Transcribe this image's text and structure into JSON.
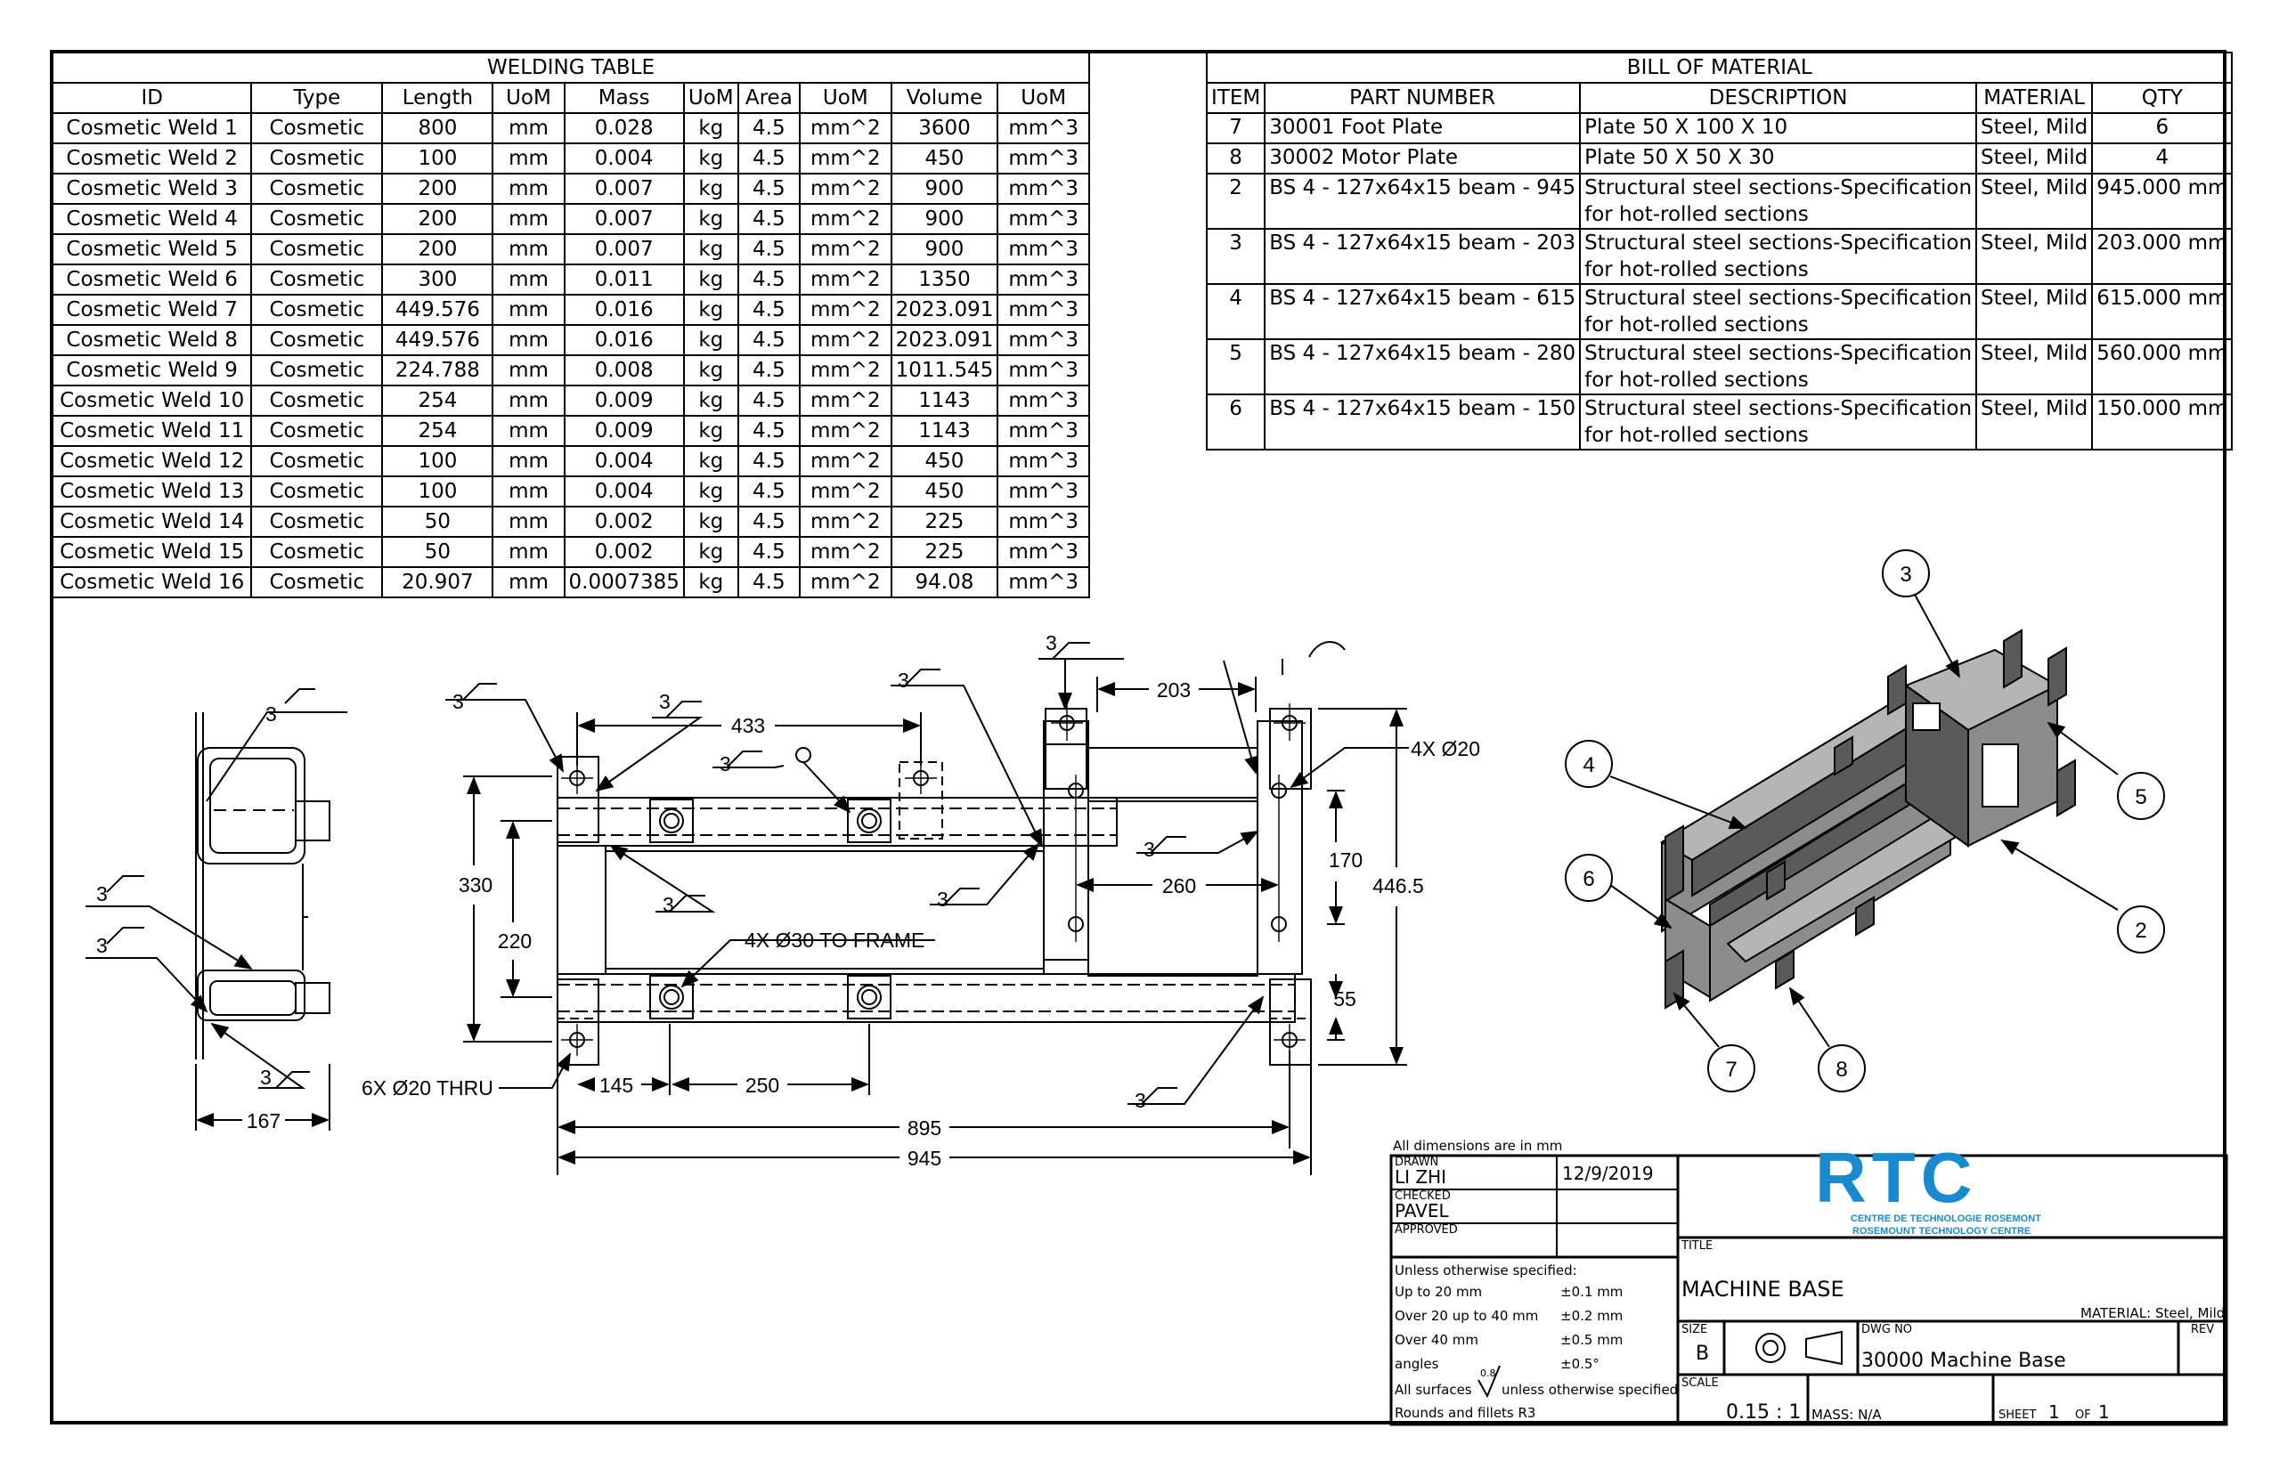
{
  "welding_table": {
    "title": "WELDING TABLE",
    "headers": [
      "ID",
      "Type",
      "Length",
      "UoM",
      "Mass",
      "UoM",
      "Area",
      "UoM",
      "Volume",
      "UoM"
    ],
    "rows": [
      [
        "Cosmetic Weld 1",
        "Cosmetic",
        "800",
        "mm",
        "0.028",
        "kg",
        "4.5",
        "mm^2",
        "3600",
        "mm^3"
      ],
      [
        "Cosmetic Weld 2",
        "Cosmetic",
        "100",
        "mm",
        "0.004",
        "kg",
        "4.5",
        "mm^2",
        "450",
        "mm^3"
      ],
      [
        "Cosmetic Weld 3",
        "Cosmetic",
        "200",
        "mm",
        "0.007",
        "kg",
        "4.5",
        "mm^2",
        "900",
        "mm^3"
      ],
      [
        "Cosmetic Weld 4",
        "Cosmetic",
        "200",
        "mm",
        "0.007",
        "kg",
        "4.5",
        "mm^2",
        "900",
        "mm^3"
      ],
      [
        "Cosmetic Weld 5",
        "Cosmetic",
        "200",
        "mm",
        "0.007",
        "kg",
        "4.5",
        "mm^2",
        "900",
        "mm^3"
      ],
      [
        "Cosmetic Weld 6",
        "Cosmetic",
        "300",
        "mm",
        "0.011",
        "kg",
        "4.5",
        "mm^2",
        "1350",
        "mm^3"
      ],
      [
        "Cosmetic Weld 7",
        "Cosmetic",
        "449.576",
        "mm",
        "0.016",
        "kg",
        "4.5",
        "mm^2",
        "2023.091",
        "mm^3"
      ],
      [
        "Cosmetic Weld 8",
        "Cosmetic",
        "449.576",
        "mm",
        "0.016",
        "kg",
        "4.5",
        "mm^2",
        "2023.091",
        "mm^3"
      ],
      [
        "Cosmetic Weld 9",
        "Cosmetic",
        "224.788",
        "mm",
        "0.008",
        "kg",
        "4.5",
        "mm^2",
        "1011.545",
        "mm^3"
      ],
      [
        "Cosmetic Weld 10",
        "Cosmetic",
        "254",
        "mm",
        "0.009",
        "kg",
        "4.5",
        "mm^2",
        "1143",
        "mm^3"
      ],
      [
        "Cosmetic Weld 11",
        "Cosmetic",
        "254",
        "mm",
        "0.009",
        "kg",
        "4.5",
        "mm^2",
        "1143",
        "mm^3"
      ],
      [
        "Cosmetic Weld 12",
        "Cosmetic",
        "100",
        "mm",
        "0.004",
        "kg",
        "4.5",
        "mm^2",
        "450",
        "mm^3"
      ],
      [
        "Cosmetic Weld 13",
        "Cosmetic",
        "100",
        "mm",
        "0.004",
        "kg",
        "4.5",
        "mm^2",
        "450",
        "mm^3"
      ],
      [
        "Cosmetic Weld 14",
        "Cosmetic",
        "50",
        "mm",
        "0.002",
        "kg",
        "4.5",
        "mm^2",
        "225",
        "mm^3"
      ],
      [
        "Cosmetic Weld 15",
        "Cosmetic",
        "50",
        "mm",
        "0.002",
        "kg",
        "4.5",
        "mm^2",
        "225",
        "mm^3"
      ],
      [
        "Cosmetic Weld 16",
        "Cosmetic",
        "20.907",
        "mm",
        "0.0007385",
        "kg",
        "4.5",
        "mm^2",
        "94.08",
        "mm^3"
      ]
    ]
  },
  "bill_of_material": {
    "title": "BILL OF MATERIAL",
    "headers": [
      "ITEM",
      "PART NUMBER",
      "DESCRIPTION",
      "MATERIAL",
      "QTY"
    ],
    "rows": [
      {
        "item": "7",
        "part": "30001 Foot Plate",
        "desc1": "Plate 50 X 100 X 10",
        "desc2": "",
        "material": "Steel, Mild",
        "qty": "6"
      },
      {
        "item": "8",
        "part": "30002 Motor Plate",
        "desc1": "Plate 50 X 50 X 30",
        "desc2": "",
        "material": "Steel, Mild",
        "qty": "4"
      },
      {
        "item": "2",
        "part": "BS 4 - 127x64x15 beam - 945",
        "desc1": "Structural steel sections-Specification",
        "desc2": "for hot-rolled sections",
        "material": "Steel, Mild",
        "qty": "945.000 mm"
      },
      {
        "item": "3",
        "part": "BS 4 - 127x64x15 beam - 203",
        "desc1": "Structural steel sections-Specification",
        "desc2": "for hot-rolled sections",
        "material": "Steel, Mild",
        "qty": "203.000 mm"
      },
      {
        "item": "4",
        "part": "BS 4 - 127x64x15 beam - 615",
        "desc1": "Structural steel sections-Specification",
        "desc2": "for hot-rolled sections",
        "material": "Steel, Mild",
        "qty": "615.000 mm"
      },
      {
        "item": "5",
        "part": "BS 4 - 127x64x15 beam - 280",
        "desc1": "Structural steel sections-Specification",
        "desc2": "for hot-rolled sections",
        "material": "Steel, Mild",
        "qty": "560.000 mm"
      },
      {
        "item": "6",
        "part": "BS 4 - 127x64x15 beam - 150",
        "desc1": "Structural steel sections-Specification",
        "desc2": "for hot-rolled sections",
        "material": "Steel, Mild",
        "qty": "150.000 mm"
      }
    ]
  },
  "dimensions": {
    "d_433": "433",
    "d_203": "203",
    "d_4x20": "4X Ø20",
    "d_330": "330",
    "d_220": "220",
    "d_170": "170",
    "d_446": "446.5",
    "d_260": "260",
    "d_55": "55",
    "d_4x30": "4X Ø30 TO FRAME",
    "d_6x20": "6X Ø20 THRU",
    "d_145": "145",
    "d_250": "250",
    "d_895": "895",
    "d_945": "945",
    "d_167": "167",
    "weld_size": "3"
  },
  "balloons": [
    "3",
    "4",
    "5",
    "6",
    "2",
    "7",
    "8"
  ],
  "title_block": {
    "dims_note": "All dimensions are in mm",
    "drawn_label": "DRAWN",
    "drawn_name": "LI ZHI",
    "drawn_date": "12/9/2019",
    "checked_label": "CHECKED",
    "checked_name": "PAVEL",
    "approved_label": "APPROVED",
    "tol_title": "Unless otherwise specified:",
    "tol_rows": [
      [
        "Up to 20 mm",
        "±0.1 mm"
      ],
      [
        "Over 20 up to 40 mm",
        "±0.2 mm"
      ],
      [
        "Over 40 mm",
        "±0.5 mm"
      ],
      [
        "angles",
        "±0.5°"
      ]
    ],
    "surface_prefix": "All surfaces",
    "surface_value": "0.8",
    "surface_suffix": "unless otherwise specified",
    "rounds": "Rounds and fillets R3",
    "logo_text": "RTC",
    "logo_line1": "CENTRE DE TECHNOLOGIE ROSEMONT",
    "logo_line2": "ROSEMOUNT TECHNOLOGY CENTRE",
    "title_label": "TITLE",
    "title_value": "MACHINE BASE",
    "material_note": "MATERIAL: Steel, Mild",
    "size_label": "SIZE",
    "size_value": "B",
    "dwg_label": "DWG NO",
    "dwg_value": "30000 Machine Base",
    "rev_label": "REV",
    "scale_label": "SCALE",
    "scale_value": "0.15 : 1",
    "mass_label": "MASS: N/A",
    "sheet_label": "SHEET",
    "sheet_value": "1",
    "of_label": "OF",
    "of_value": "1"
  },
  "colors": {
    "logo_blue": "#1a8ad0",
    "ink": "#000000",
    "steel_dark": "#5a5a5a",
    "steel_mid": "#8c8c8c",
    "steel_light": "#b5b5b5"
  }
}
